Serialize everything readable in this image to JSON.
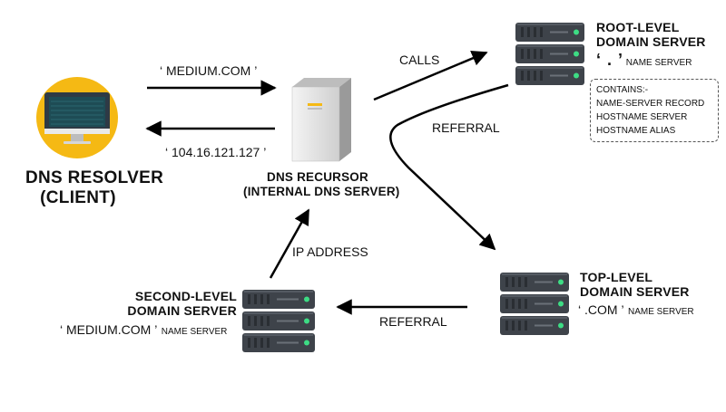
{
  "client": {
    "title_line1": "DNS RESOLVER",
    "title_line2": "(CLIENT)"
  },
  "recursor": {
    "title_line1": "DNS RECURSOR",
    "title_line2": "(INTERNAL DNS SERVER)"
  },
  "root_server": {
    "title_line1": "ROOT-LEVEL",
    "title_line2": "DOMAIN SERVER",
    "zone": "‘ . ’",
    "suffix": "NAME SERVER",
    "contains": {
      "heading": "CONTAINS:-",
      "items": [
        "NAME-SERVER RECORD",
        "HOSTNAME SERVER",
        "HOSTNAME ALIAS"
      ]
    }
  },
  "tld_server": {
    "title_line1": "TOP-LEVEL",
    "title_line2": "DOMAIN SERVER",
    "zone": "‘ .COM ’",
    "suffix": "NAME SERVER"
  },
  "sld_server": {
    "title_line1": "SECOND-LEVEL",
    "title_line2": "DOMAIN SERVER",
    "zone": "‘ MEDIUM.COM ’",
    "suffix": "NAME SERVER"
  },
  "flows": {
    "query": "‘ MEDIUM.COM ’",
    "response": "‘ 104.16.121.127 ’",
    "calls": "CALLS",
    "referral_root": "REFERRAL",
    "referral_tld": "REFERRAL",
    "ip_address": "IP ADDRESS"
  },
  "colors": {
    "client_circle": "#F5B914",
    "monitor_frame": "#2E3A45",
    "screen": "#1E4C55",
    "server_body": "#3E434A",
    "server_led": "#3DDC84",
    "tower": "#DADADA"
  }
}
